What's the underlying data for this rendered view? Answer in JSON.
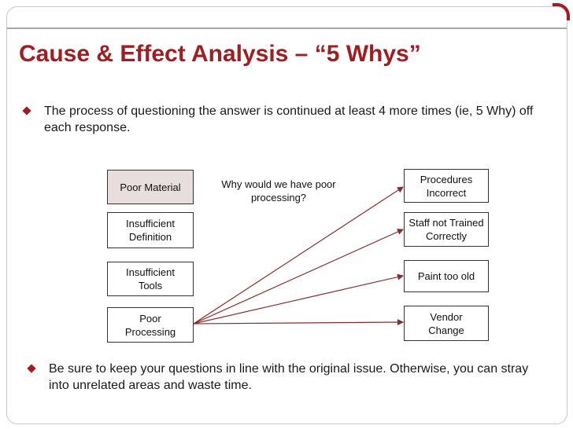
{
  "title": "Cause & Effect Analysis – “5 Whys”",
  "bullets": [
    "The process of questioning the answer is continued at least 4 more times (ie, 5 Why) off each response.",
    "Be sure to keep your questions in line with the original issue.  Otherwise, you can stray into unrelated areas and waste time."
  ],
  "causes": [
    "Poor Material",
    "Insufficient Definition",
    "Insufficient Tools",
    "Poor Processing"
  ],
  "question": "Why would we have poor processing?",
  "effects": [
    "Procedures Incorrect",
    "Staff not Trained Correctly",
    "Paint too old",
    "Vendor Change"
  ],
  "colors": {
    "accent": "#a11d21",
    "arrow": "#8b2a2a",
    "shaded_box": "#e9dede"
  }
}
